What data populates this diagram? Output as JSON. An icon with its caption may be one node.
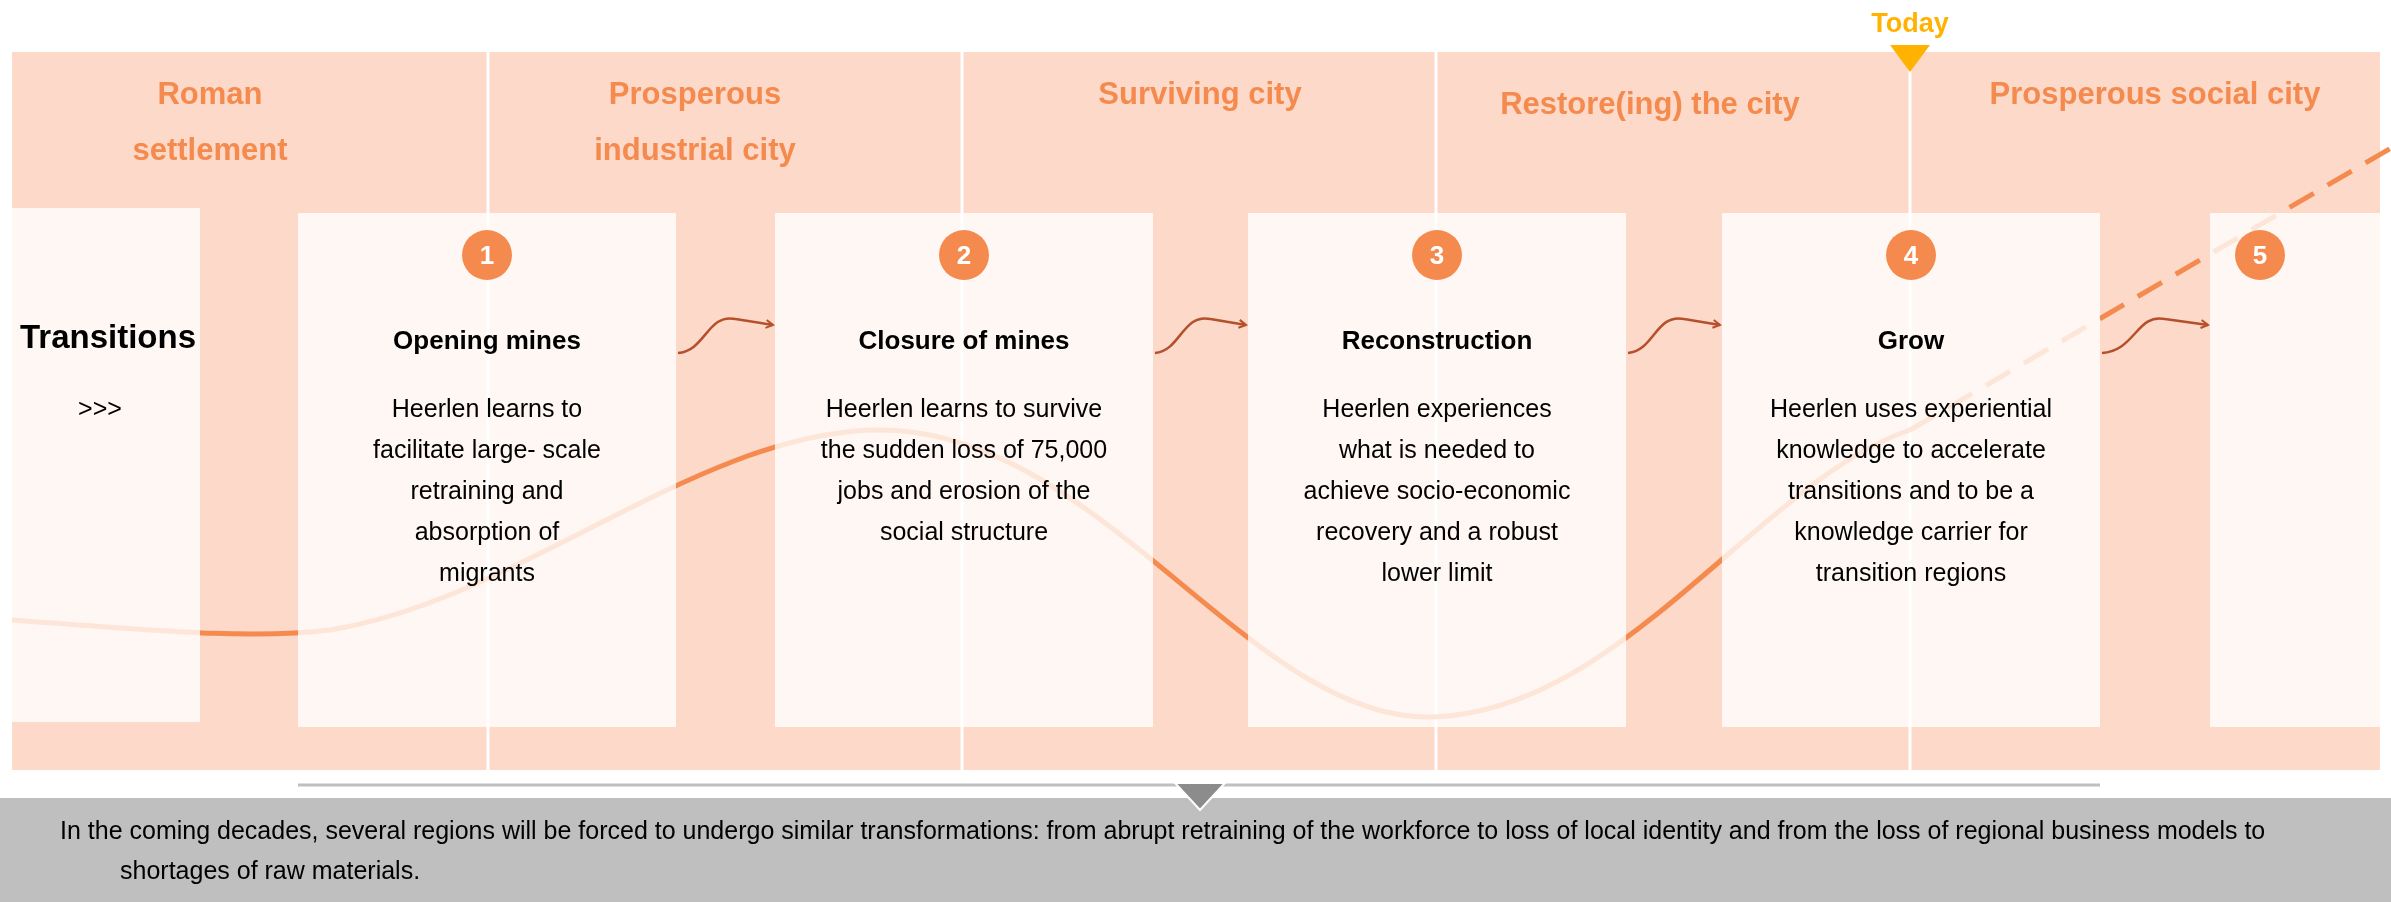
{
  "diagram": {
    "nodes": [
      {
        "text": [
          "Transitions",
          ">>>"
        ]
      },
      {
        "text": [
          "Opening mines",
          "Heerlen learns to facilitate large- scale retraining and absorption of migrants"
        ]
      },
      {
        "text": [
          "1"
        ],
        "in": 1
      },
      {
        "text": [
          "Closure of mines",
          "Heerlen learns to survive the sudden loss of 75,000 jobs and erosion of the social structure"
        ]
      },
      {
        "text": [
          "2"
        ],
        "in": 3
      },
      {
        "text": [
          "Reconstruction",
          "Heerlen experiences what is needed to achieve socio-economic recovery and a robust lower limit"
        ]
      },
      {
        "text": [
          "3"
        ],
        "in": 5
      },
      {
        "text": [
          "Grow",
          "Heerlen uses experiential knowledge to accelerate transitions and to be a knowledge carrier for transition regions"
        ]
      },
      {
        "text": [
          "4"
        ],
        "in": 7
      },
      {
        "text": [],
        "shape": "box"
      },
      {
        "text": [
          "5"
        ],
        "in": 9
      },
      {
        "text": [
          "In the coming decades, several regions will be forced to undergo similar transformations: from abrupt retraining of the workforce to loss of local identity and from the loss of regional business models to shortages of raw materials."
        ]
      }
    ],
    "edges": [
      {
        "from": 1,
        "to": 3,
        "arrow": "to"
      },
      {
        "from": 3,
        "to": 5,
        "arrow": "to"
      },
      {
        "from": 5,
        "to": 7,
        "arrow": "to"
      },
      {
        "from": 7,
        "to": 9,
        "arrow": "to"
      }
    ],
    "labels": [
      "Today",
      "Roman settlement",
      "Prosperous industrial city",
      "Surviving city",
      "Restore(ing) the city",
      "Prosperous social city"
    ]
  }
}
